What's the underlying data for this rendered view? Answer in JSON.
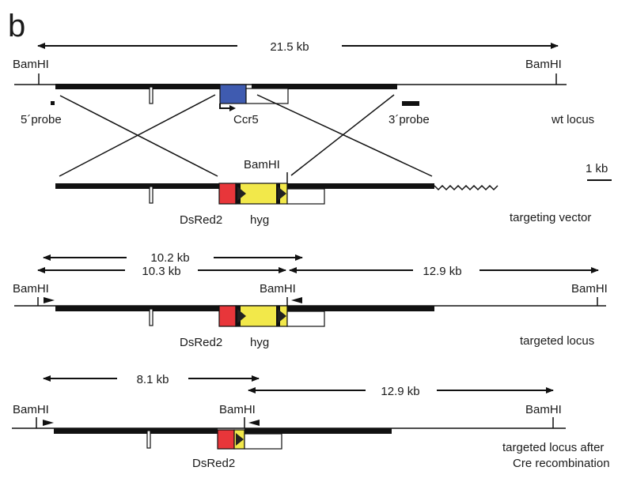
{
  "panel_label": "b",
  "colors": {
    "dsred2": "#e8363a",
    "hyg": "#f2e84a",
    "ccr5": "#3f5bb0",
    "loxp": "#1a1a1a",
    "line": "#111111"
  },
  "rows": {
    "wt": {
      "label": "wt locus",
      "size_label": "21.5 kb",
      "site_left": "BamHI",
      "site_right": "BamHI",
      "gene_label": "Ccr5",
      "probe5": "5´probe",
      "probe3": "3´probe"
    },
    "vector": {
      "label": "targeting vector",
      "site": "BamHI",
      "cassette1": "DsRed2",
      "cassette2": "hyg",
      "scale_bar": "1 kb"
    },
    "targeted": {
      "label": "targeted locus",
      "size_top": "10.2 kb",
      "size_mid": "10.3 kb",
      "size_right": "12.9 kb",
      "site_left": "BamHI",
      "site_mid": "BamHI",
      "site_right": "BamHI",
      "cassette1": "DsRed2",
      "cassette2": "hyg"
    },
    "cre": {
      "label_line1": "targeted locus after",
      "label_line2": "Cre recombination",
      "size_left": "8.1 kb",
      "size_right": "12.9 kb",
      "site_left": "BamHI",
      "site_mid": "BamHI",
      "site_right": "BamHI",
      "cassette1": "DsRed2"
    }
  }
}
